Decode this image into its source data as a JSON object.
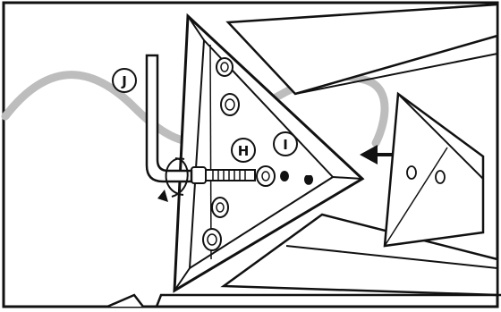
{
  "callouts": {
    "wrench": {
      "label": "J"
    },
    "bolt": {
      "label": "H"
    },
    "hole": {
      "label": "I"
    }
  },
  "icons": {
    "wrench": "allen-key-icon",
    "bolt": "bolt-icon",
    "direction": "arrow-left-icon",
    "rotation": "rotation-arrow-icon"
  },
  "colors": {
    "line": "#111111",
    "cable": "#bdbdbd",
    "fill": "#ffffff"
  }
}
